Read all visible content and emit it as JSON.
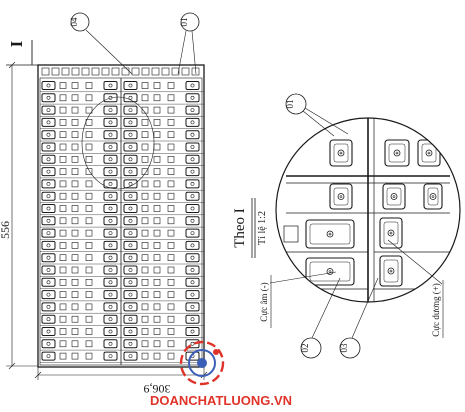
{
  "section_marker": "I",
  "dimensions": {
    "height": "556",
    "width": "306,9"
  },
  "callouts": {
    "c01": "01",
    "c02": "02",
    "c03": "03",
    "c04": "04",
    "detail_c01": "01"
  },
  "detail_title": "Theo I",
  "detail_scale": "Tỉ lệ 1:2",
  "labels": {
    "negative": "Cực âm (-)",
    "positive": "Cực dương (+)"
  },
  "watermark": "DOANCHATLUONG.VN",
  "colors": {
    "line": "#1a1a1a",
    "watermark": "#e0342a",
    "paper": "#ffffff"
  }
}
